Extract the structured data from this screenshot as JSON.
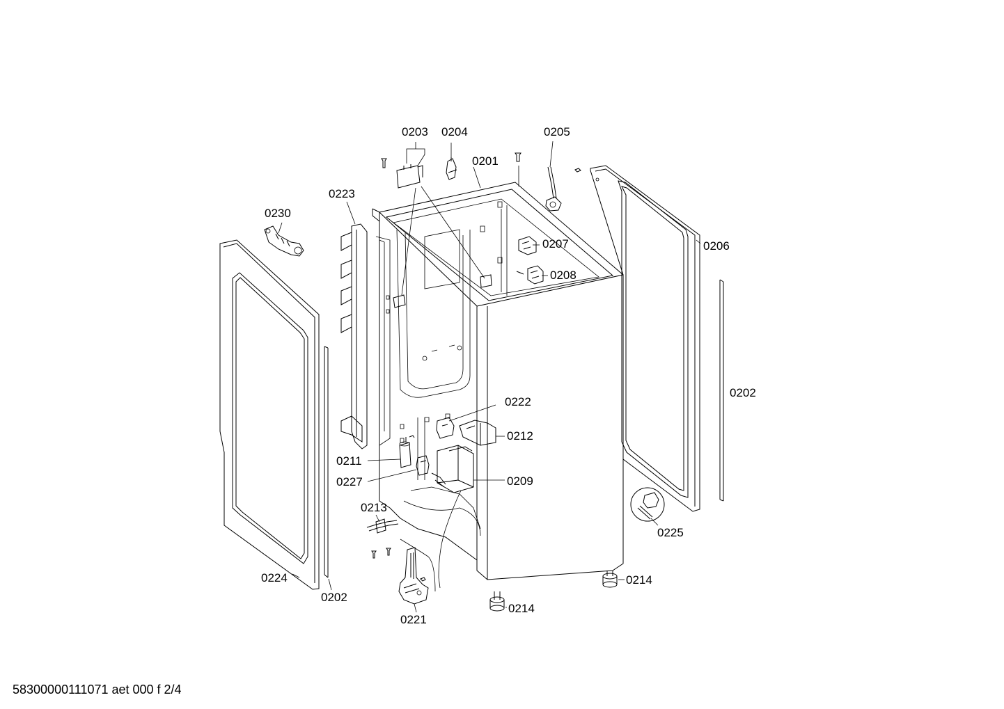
{
  "labels": {
    "p0201": "0201",
    "p0202_right": "0202",
    "p0202_left": "0202",
    "p0203": "0203",
    "p0204": "0204",
    "p0205": "0205",
    "p0206": "0206",
    "p0207": "0207",
    "p0208": "0208",
    "p0209": "0209",
    "p0211": "0211",
    "p0212": "0212",
    "p0213": "0213",
    "p0214_right": "0214",
    "p0214_bottom": "0214",
    "p0221": "0221",
    "p0222": "0222",
    "p0223": "0223",
    "p0224": "0224",
    "p0225": "0225",
    "p0227": "0227",
    "p0230": "0230"
  },
  "footer": "58300000111071 aet 000 f 2/4"
}
